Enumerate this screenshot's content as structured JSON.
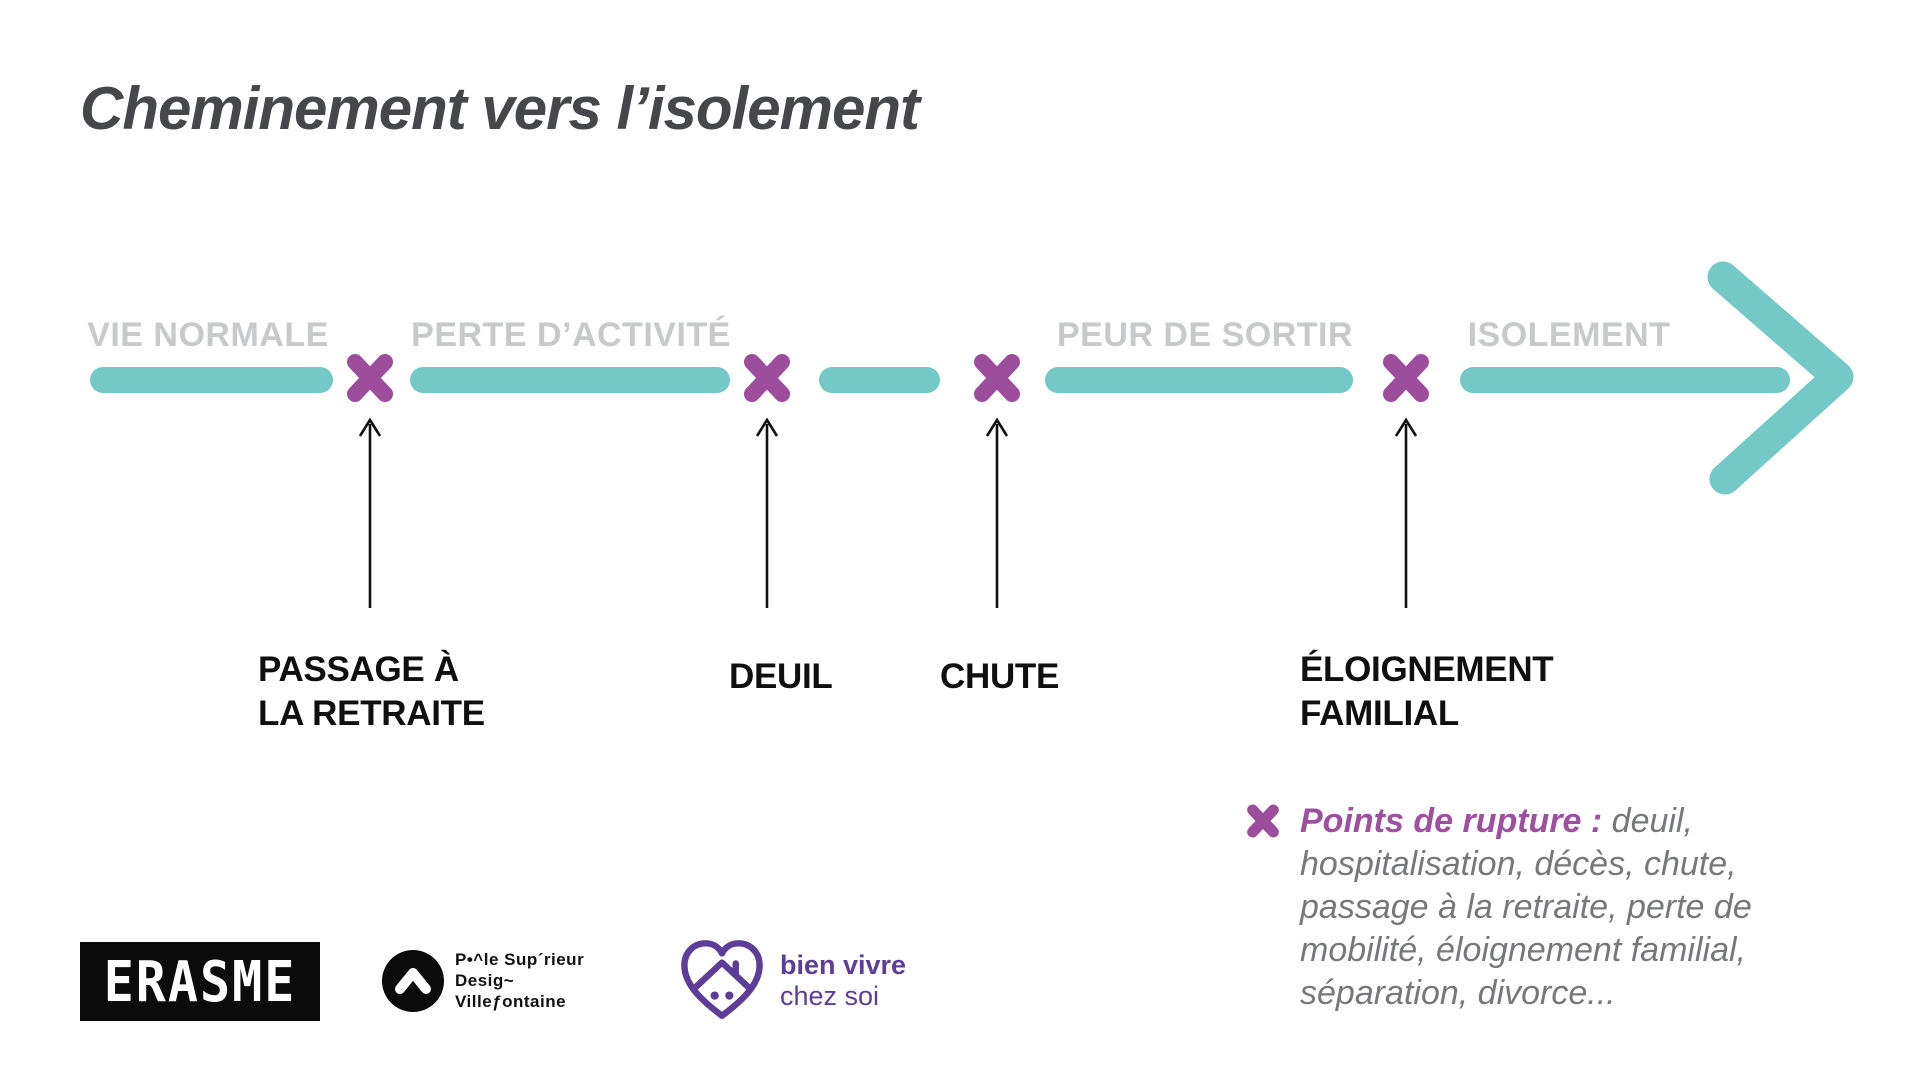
{
  "title": "Cheminement vers l’isolement",
  "colors": {
    "timeline_teal": "#74c9c6",
    "rupture_purple": "#9c4e9d",
    "stage_label_gray": "#c7c9cb",
    "title_gray": "#45474a",
    "legend_text_gray": "#77787b",
    "legend_label_purple": "#9f4f9f",
    "bien_vivre_violet": "#5c3d97",
    "event_label_black": "#0f0f0f"
  },
  "timeline": {
    "stages": [
      {
        "label": "VIE NORMALE"
      },
      {
        "label": "PERTE D’ACTIVITÉ"
      },
      {
        "label": "PEUR DE SORTIR"
      },
      {
        "label": "ISOLEMENT"
      }
    ],
    "events": [
      {
        "line1": "PASSAGE À",
        "line2": "LA RETRAITE"
      },
      {
        "line1": "DEUIL",
        "line2": ""
      },
      {
        "line1": "CHUTE",
        "line2": ""
      },
      {
        "line1": "ÉLOIGNEMENT",
        "line2": "FAMILIAL"
      }
    ],
    "rupture_marker": "x-icon"
  },
  "legend": {
    "marker": "x-icon",
    "label": "Points de rupture :",
    "body": " deuil, hospitalisation, décès, chute, passage à la retraite, perte de mobilité, éloignement familial, séparation, divorce..."
  },
  "logos": {
    "erasme": {
      "text": "ERASME"
    },
    "pole": {
      "line1": "P•^le Sup´rieur",
      "line2": "Desig~",
      "line3": "Villeƒontaine"
    },
    "bien_vivre": {
      "line1": "bien vivre",
      "line2": "chez soi"
    }
  }
}
